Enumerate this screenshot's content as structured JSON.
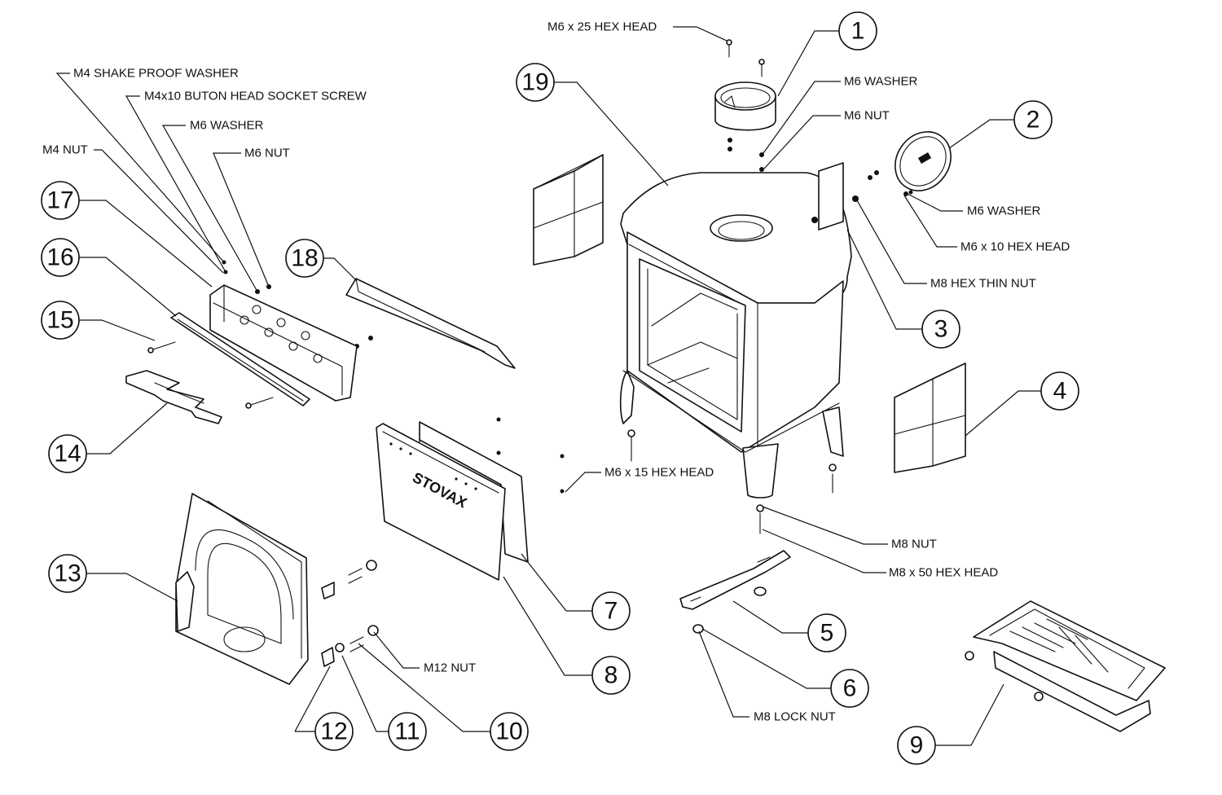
{
  "callouts": {
    "c1": "1",
    "c2": "2",
    "c3": "3",
    "c4": "4",
    "c5": "5",
    "c6": "6",
    "c7": "7",
    "c8": "8",
    "c9": "9",
    "c10": "10",
    "c11": "11",
    "c12": "12",
    "c13": "13",
    "c14": "14",
    "c15": "15",
    "c16": "16",
    "c17": "17",
    "c18": "18",
    "c19": "19"
  },
  "labels": {
    "m6x25_hex_head": "M6 x 25 HEX HEAD",
    "m4_shake_proof_washer": "M4 SHAKE PROOF WASHER",
    "m4x10_button_head_screw": "M4x10 BUTON HEAD SOCKET SCREW",
    "m6_washer_left": "M6 WASHER",
    "m4_nut": "M4 NUT",
    "m6_nut_left": "M6 NUT",
    "m6_washer_top": "M6 WASHER",
    "m6_nut_top": "M6 NUT",
    "m6_washer_right": "M6 WASHER",
    "m6x10_hex_head": "M6 x 10 HEX HEAD",
    "m8_hex_thin_nut": "M8 HEX THIN NUT",
    "m6x15_hex_head": "M6 x 15 HEX HEAD",
    "m8_nut": "M8 NUT",
    "m8x50_hex_head": "M8 x 50 HEX HEAD",
    "m12_nut": "M12  NUT",
    "m8_lock_nut": "M8 LOCK NUT"
  },
  "brand_text": "STOVAX"
}
